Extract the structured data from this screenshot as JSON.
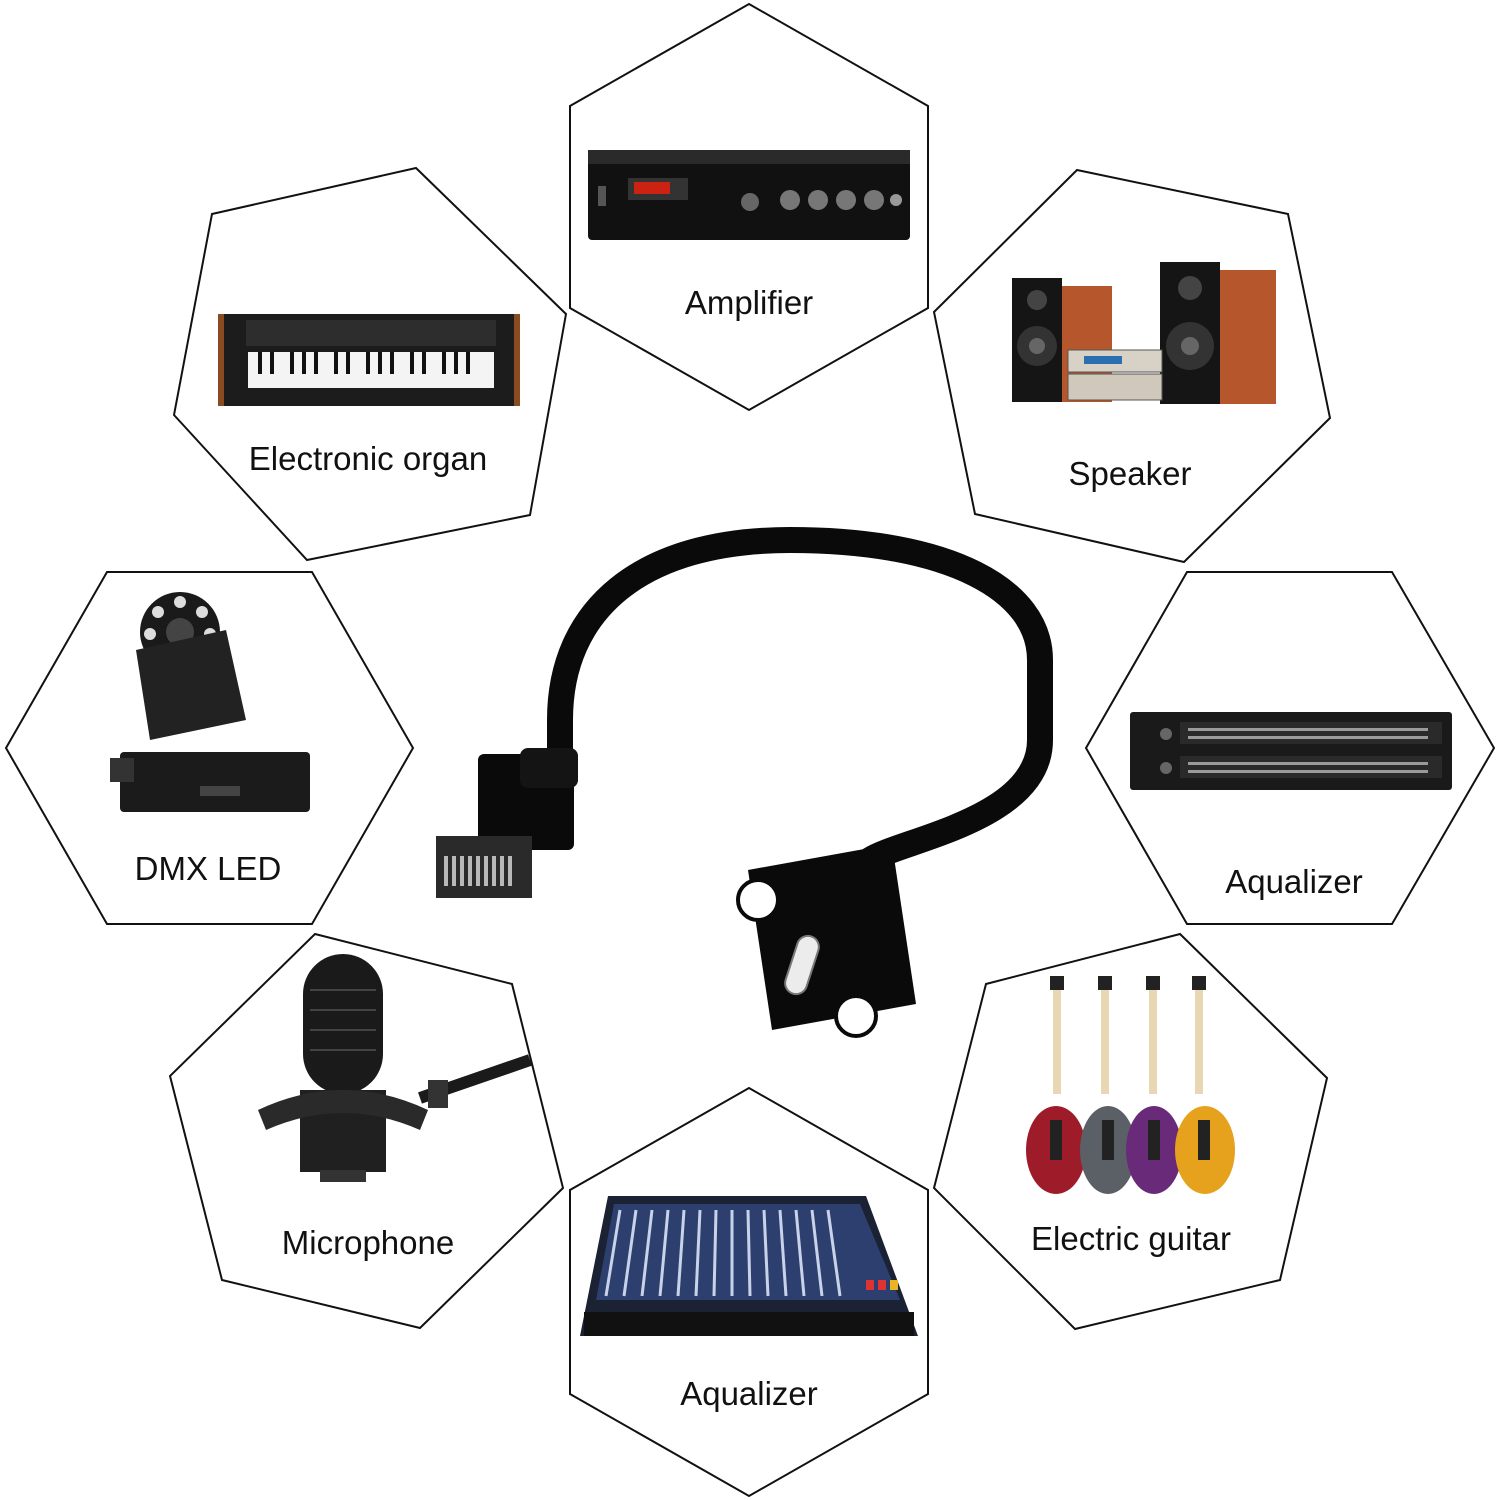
{
  "items": [
    {
      "id": "amplifier",
      "label": "Amplifier",
      "icon": "amplifier-icon"
    },
    {
      "id": "electronic-organ",
      "label": "Electronic organ",
      "icon": "keyboard-icon"
    },
    {
      "id": "speaker",
      "label": "Speaker",
      "icon": "speaker-icon"
    },
    {
      "id": "dmx-led",
      "label": "DMX LED",
      "icon": "moving-head-light-icon"
    },
    {
      "id": "aqualizer-right",
      "label": "Aqualizer",
      "icon": "equalizer-rack-icon"
    },
    {
      "id": "microphone",
      "label": "Microphone",
      "icon": "microphone-icon"
    },
    {
      "id": "electric-guitar",
      "label": "Electric guitar",
      "icon": "guitar-icon"
    },
    {
      "id": "aqualizer-bottom",
      "label": "Aqualizer",
      "icon": "mixer-console-icon"
    }
  ],
  "center": {
    "icon": "usb-c-panel-mount-cable-icon"
  },
  "colors": {
    "outline": "#111111",
    "product": "#0a0a0a",
    "background": "#ffffff",
    "speaker_wood": "#b5562c",
    "guitar_red": "#9e1b2a",
    "guitar_gray": "#5b5f66",
    "guitar_purple": "#6a2a7a",
    "guitar_yellow": "#e6a21c"
  }
}
